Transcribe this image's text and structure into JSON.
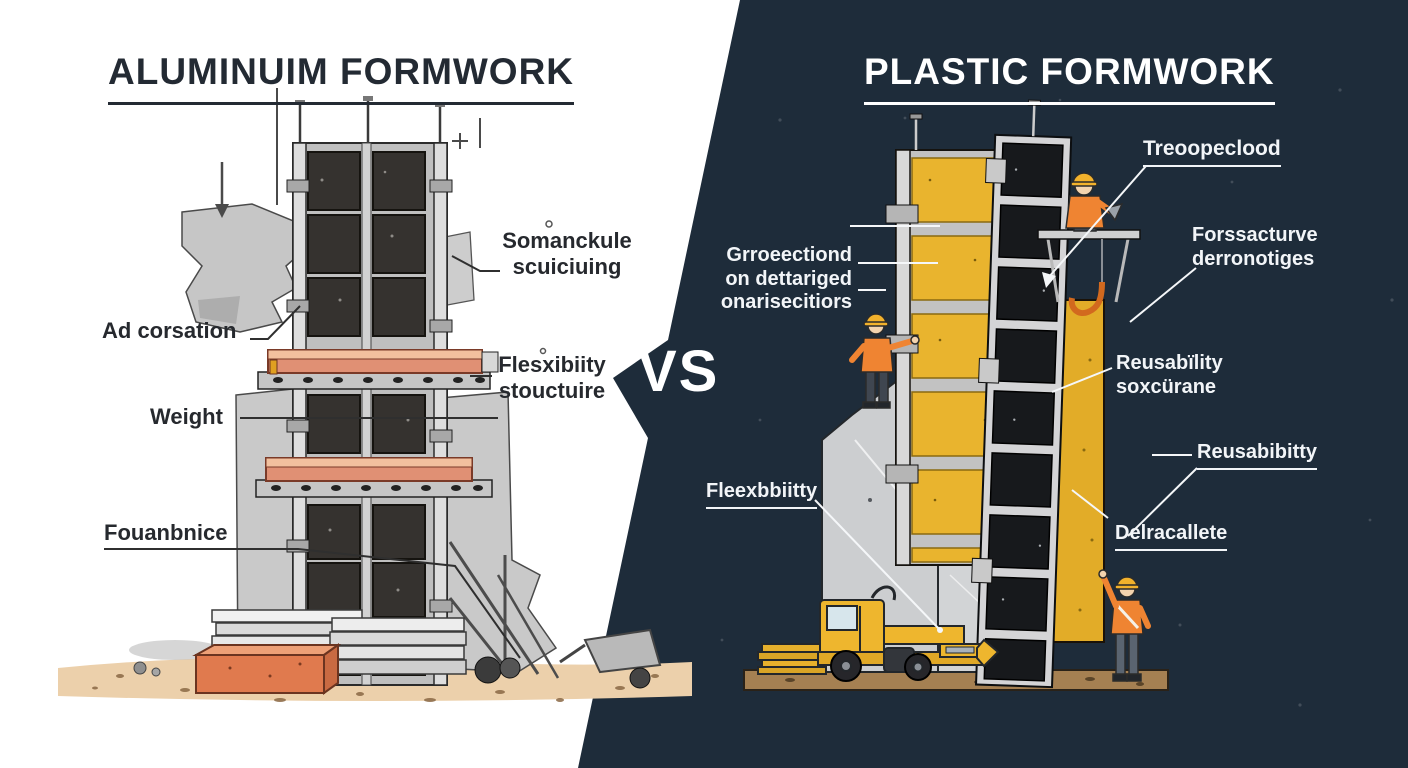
{
  "page": {
    "vs": "VS"
  },
  "left": {
    "title": "ALUMINUIM FORMWORK",
    "labels": {
      "somanckule": "Somanckule\nscuiciuing",
      "ad_corsation": "Ad corsation",
      "flexibility": "Flesxibiity\nstouctuire",
      "weight": "Weight",
      "fouanbnice": "Fouanbnice"
    }
  },
  "right": {
    "title": "PLASTIC FORMWORK",
    "labels": {
      "treoopeclood": "Treoopeclood",
      "grroeectiond": "Grroeectiond\non dettariged\nonarisecitiors",
      "forssacturve": "Forssacturve\nderronotiges",
      "reusability_sox": "Reusabïlity\nsoxcürane",
      "reusabibitty": "Reusabibitty",
      "delracallete": "Delracallete",
      "fleexbbiitty": "Fleexbbiitty"
    }
  },
  "colors": {
    "dark_panel_bg": "#1e2c3a",
    "formwork_yellow": "#e9b42e",
    "walkway_salmon": "#e09074",
    "vest_orange": "#ef8432",
    "brick_orange": "#e07a4e",
    "ground_tan": "#ecd0ab",
    "ground_brown": "#a58052"
  }
}
